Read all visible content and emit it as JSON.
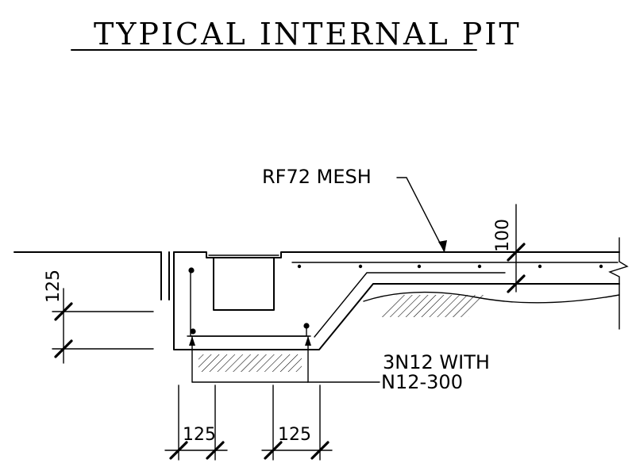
{
  "title": "TYPICAL INTERNAL PIT",
  "labels": {
    "mesh": "RF72 MESH",
    "bars_line1": "3N12 WITH",
    "bars_line2": "N12-300"
  },
  "dimensions": {
    "slab_thickness": "100",
    "left_depth": "125",
    "bottom_left": "125",
    "bottom_right": "125"
  }
}
